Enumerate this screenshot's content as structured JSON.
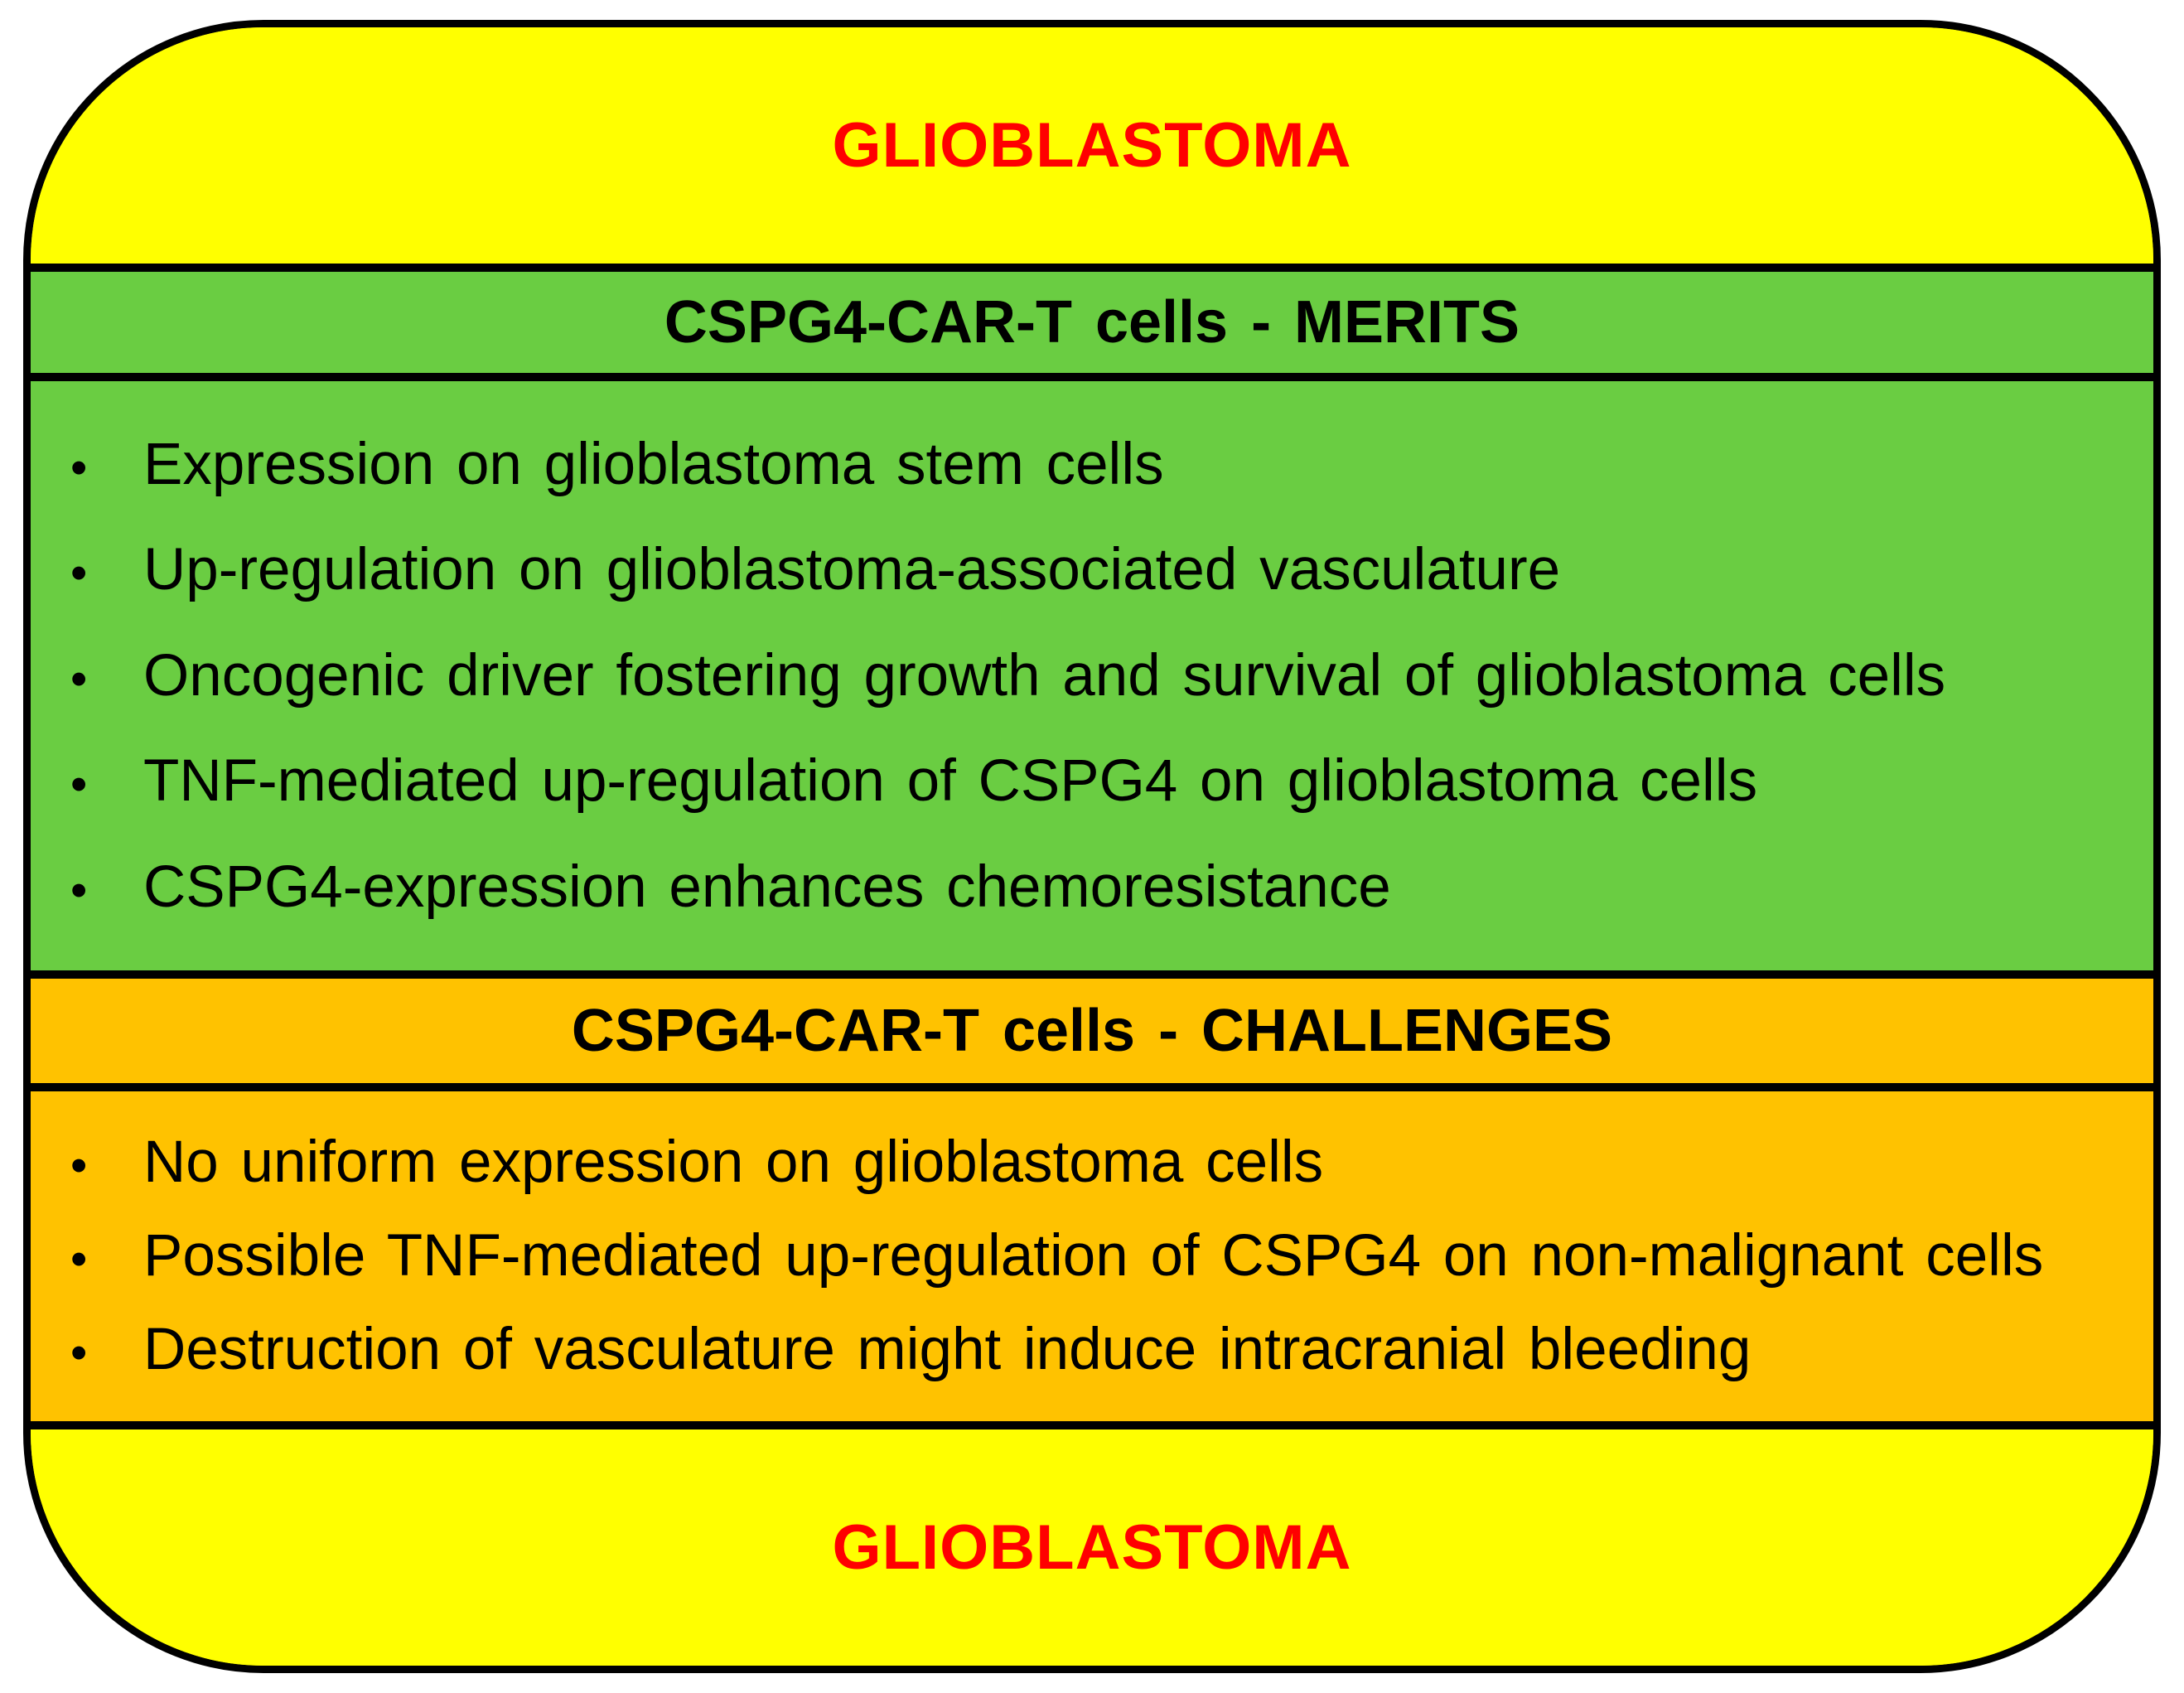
{
  "panel": {
    "top_label": "GLIOBLASTOMA",
    "bottom_label": "GLIOBLASTOMA"
  },
  "icons": {
    "bullet": "•"
  },
  "colors": {
    "yellow": "#FFFF00",
    "green": "#6ACD42",
    "orange": "#FFC200",
    "title_red": "#FF0000",
    "outline": "#000000"
  },
  "sections": {
    "merits": {
      "header": "CSPG4-CAR-T cells - MERITS",
      "items": [
        "Expression on glioblastoma stem cells",
        "Up-regulation on glioblastoma-associated vasculature",
        "Oncogenic driver fostering growth and survival of glioblastoma cells",
        "TNF-mediated up-regulation of CSPG4 on glioblastoma cells",
        "CSPG4-expression enhances chemoresistance"
      ]
    },
    "challenges": {
      "header": "CSPG4-CAR-T cells - CHALLENGES",
      "items": [
        "No uniform expression on glioblastoma cells",
        "Possible TNF-mediated up-regulation of CSPG4 on non-malignant cells",
        "Destruction of vasculature might induce intracranial bleeding"
      ]
    }
  }
}
